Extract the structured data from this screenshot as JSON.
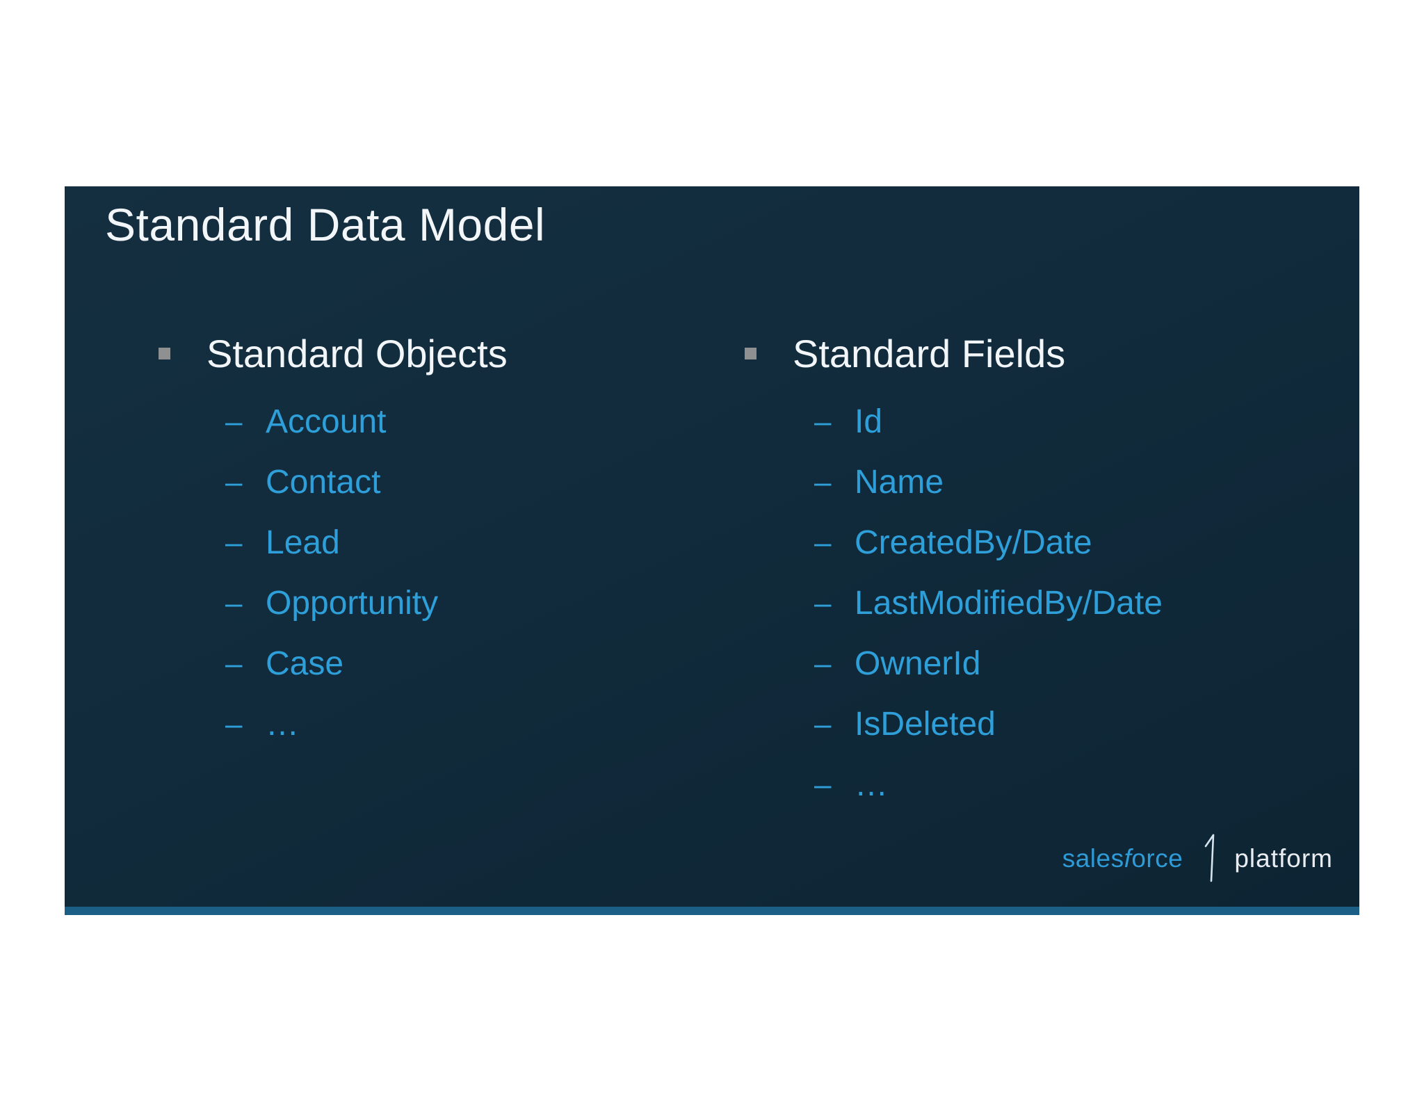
{
  "slide": {
    "title": "Standard Data Model",
    "bullet_dash": "–",
    "columns": [
      {
        "heading": "Standard Objects",
        "items": [
          "Account",
          "Contact",
          "Lead",
          "Opportunity",
          "Case",
          "…"
        ]
      },
      {
        "heading": "Standard Fields",
        "items": [
          "Id",
          "Name",
          "CreatedBy/Date",
          "LastModifiedBy/Date",
          "OwnerId",
          "IsDeleted",
          "…"
        ]
      }
    ],
    "footer_logo": {
      "brand_prefix": "sales",
      "brand_f": "f",
      "brand_suffix": "orce",
      "product": "platform"
    },
    "colors": {
      "page_background": "#ffffff",
      "slide_background": "#112b3c",
      "accent_bar": "#1b5f87",
      "title_text": "#f3f6f9",
      "heading_text": "#f3f6f9",
      "item_text": "#2e9fd9",
      "square_bullet": "#8f9091",
      "logo_brand": "#2e9ad6",
      "logo_product": "#e9edf1",
      "logo_one_stroke": "#d6e4ee"
    }
  }
}
